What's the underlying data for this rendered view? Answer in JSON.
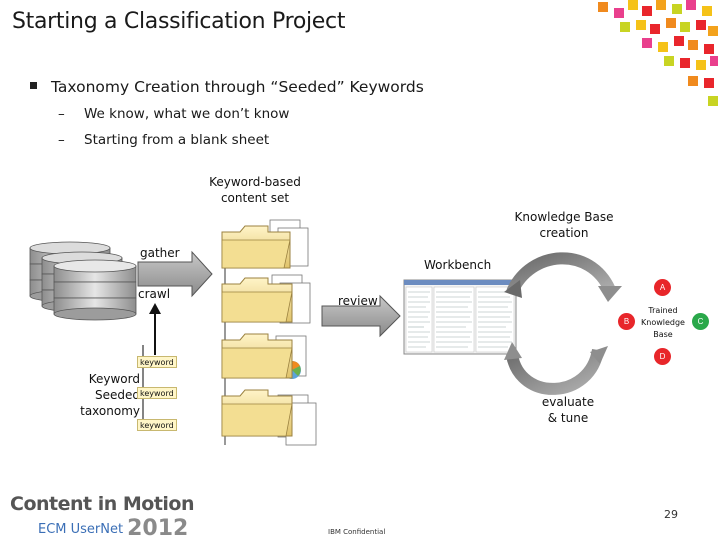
{
  "slide": {
    "title": "Starting a Classification Project",
    "bullet": "Taxonomy Creation through “Seeded” Keywords",
    "sub_items": [
      {
        "dash": "–",
        "text": "We know, what we don’t know"
      },
      {
        "dash": "–",
        "text": "Starting from a blank sheet"
      }
    ]
  },
  "diagram": {
    "keyword_content_set": "Keyword-based\ncontent set",
    "gather": "gather",
    "crawl": "crawl",
    "review": "review",
    "workbench": "Workbench",
    "knowledge_base_creation": "Knowledge Base\ncreation",
    "keyword_seeded_taxonomy": "Keyword\nSeeded\ntaxonomy",
    "keyword_tags": [
      "keyword",
      "keyword",
      "keyword"
    ],
    "evaluate_tune": "evaluate\n& tune",
    "trained_knowledge_base": "Trained\nKnowledge\nBase",
    "badges": [
      {
        "label": "A",
        "color": "#e8262a"
      },
      {
        "label": "B",
        "color": "#e8262a"
      },
      {
        "label": "C",
        "color": "#2aa84a"
      },
      {
        "label": "D",
        "color": "#e8262a"
      }
    ]
  },
  "footer": {
    "logo_line1": "Content in Motion",
    "logo_line2": "ECM UserNet",
    "logo_year": "2012",
    "page_number": "29",
    "confidential": "IBM Confidential"
  }
}
